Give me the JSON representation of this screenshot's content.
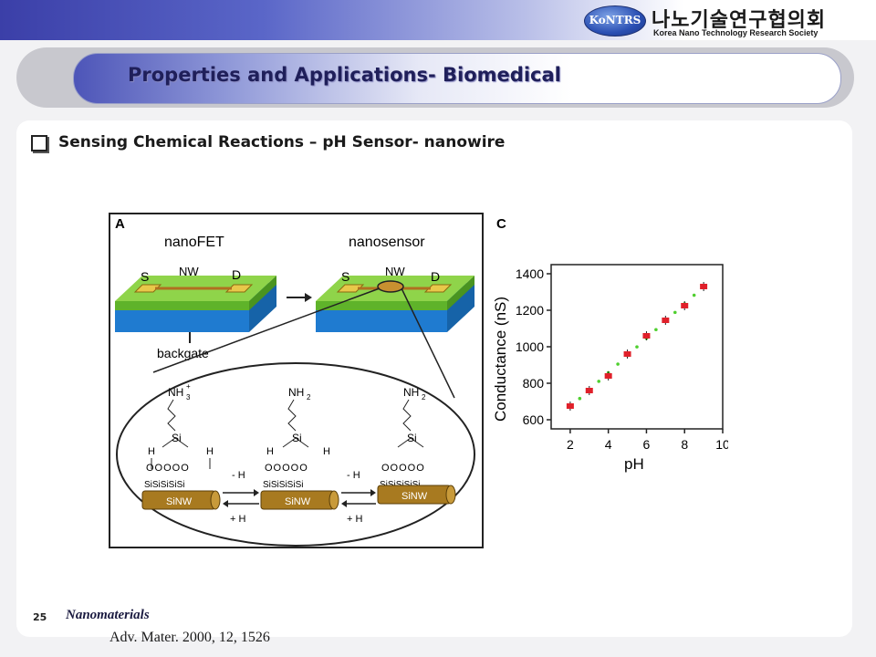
{
  "header": {
    "logo_badge": "KoNTRS",
    "logo_korean": "나노기술연구협의회",
    "logo_english": "Korea Nano Technology Research Society"
  },
  "slide": {
    "title": "Properties and Applications- Biomedical",
    "subtitle": "Sensing Chemical Reactions – pH Sensor- nanowire",
    "page_number": "25",
    "citation_topic": "Nanomaterials",
    "citation_ref": "Adv. Mater. 2000, 12, 1526"
  },
  "figure_a": {
    "panel_label": "A",
    "left_device": "nanoFET",
    "right_device": "nanosensor",
    "nw_label": "NW",
    "source_label": "S",
    "drain_label": "D",
    "backgate_label": "backgate",
    "wire_label": "SiNW",
    "minus_h": "- H",
    "plus_h": "+ H",
    "plus_sup": "+",
    "group_nh3": "NH",
    "group_nh2": "NH",
    "sub3": "3",
    "sub2": "2",
    "si": "Si",
    "o": "O",
    "h": "H"
  },
  "chart_data": {
    "type": "scatter",
    "panel_label": "C",
    "xlabel": "pH",
    "ylabel": "Conductance (nS)",
    "xlim": [
      1,
      10
    ],
    "ylim": [
      550,
      1450
    ],
    "xticks": [
      "2",
      "4",
      "6",
      "8",
      "10"
    ],
    "yticks": [
      "600",
      "800",
      "1000",
      "1200",
      "1400"
    ],
    "x": [
      2,
      3,
      4,
      5,
      6,
      7,
      8,
      9
    ],
    "y": [
      675,
      760,
      840,
      960,
      1060,
      1145,
      1225,
      1330
    ],
    "fit_line": true,
    "marker_color": "#e0202a",
    "fit_color": "#4fcf2f"
  }
}
